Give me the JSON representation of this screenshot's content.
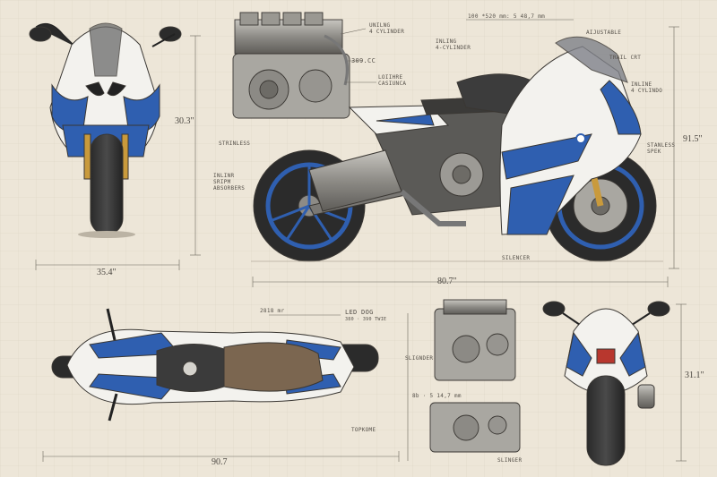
{
  "labels": {
    "front_width": "35.4\"",
    "front_height": "30.3\"",
    "side_length": "80.7\"",
    "side_height": "91.5\"",
    "top_length": "90.7",
    "rear_height": "31.1\"",
    "inline_cyl_1": "UNILNG\n4 CYLINDER",
    "displacement": "309.CC",
    "lower_casing": "LOIIHRE\nCASIUNCA",
    "inline_cyl_2": "INLING\n4-CYLINDER",
    "top_spec": "100 *520 mm: 5 48,7 mm",
    "adjustable": "AIJUSTABLE",
    "trail_cut": "TRAIL CRT",
    "inline_4_cyl": "INLINE\n4 CYLINDO",
    "stainless_left": "STRINLESS",
    "inline_small": "INLINR\nSRIPM\nABSORBERS",
    "stainless_right": "STANLESS\nSPEK",
    "silencer_side": "SILENCER",
    "top_dim_note": "2818 mr",
    "led_dog": "LED DOG",
    "led_sub": "380 · 390 TWIE",
    "slinder_1": "SLIGNDER",
    "spec_small": "8b · 5 14,7 mm",
    "topkome": "TOPKOME",
    "slinder_2": "SLINGER"
  },
  "colors": {
    "paper": "#ede6d8",
    "ink": "#3a3733",
    "accent_blue": "#2f5fb0",
    "fairing_white": "#f5f5f3",
    "seat_brown": "#7b6650",
    "fork_gold": "#c99a3c"
  }
}
